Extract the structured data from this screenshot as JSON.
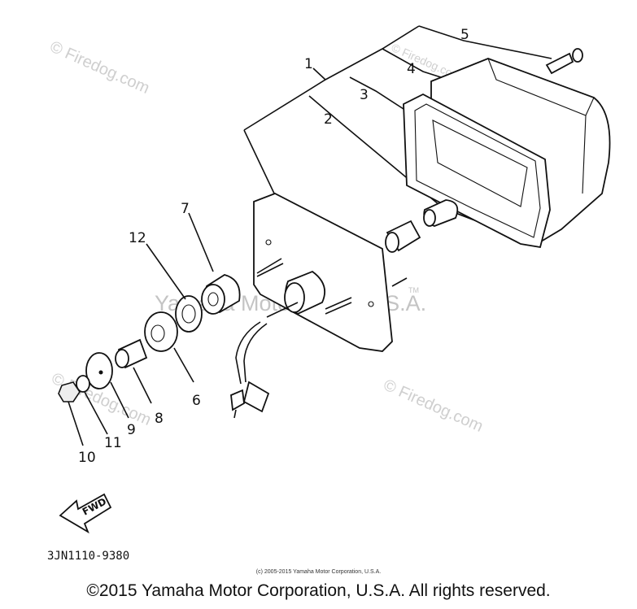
{
  "watermarks": {
    "firedog_top_left": "© Firedog.com",
    "firedog_bottom_left": "© Firedog.com",
    "firedog_bottom_right": "© Firedog.com",
    "firedog_top_right": "© Firedog.com",
    "center": "Yamaha Motor Corp. U.S.A.",
    "tm": "TM"
  },
  "callouts": {
    "c1": "1",
    "c2": "2",
    "c3": "3",
    "c4": "4",
    "c5": "5",
    "c6": "6",
    "c7": "7",
    "c8": "8",
    "c9": "9",
    "c10": "10",
    "c11": "11",
    "c12": "12"
  },
  "fwd_label": "FWD",
  "part_number": "3JN1110-9380",
  "small_copyright": "(c) 2005-2015 Yamaha Motor Corporation, U.S.A.",
  "copyright": "©2015 Yamaha Motor Corporation, U.S.A. All rights reserved."
}
